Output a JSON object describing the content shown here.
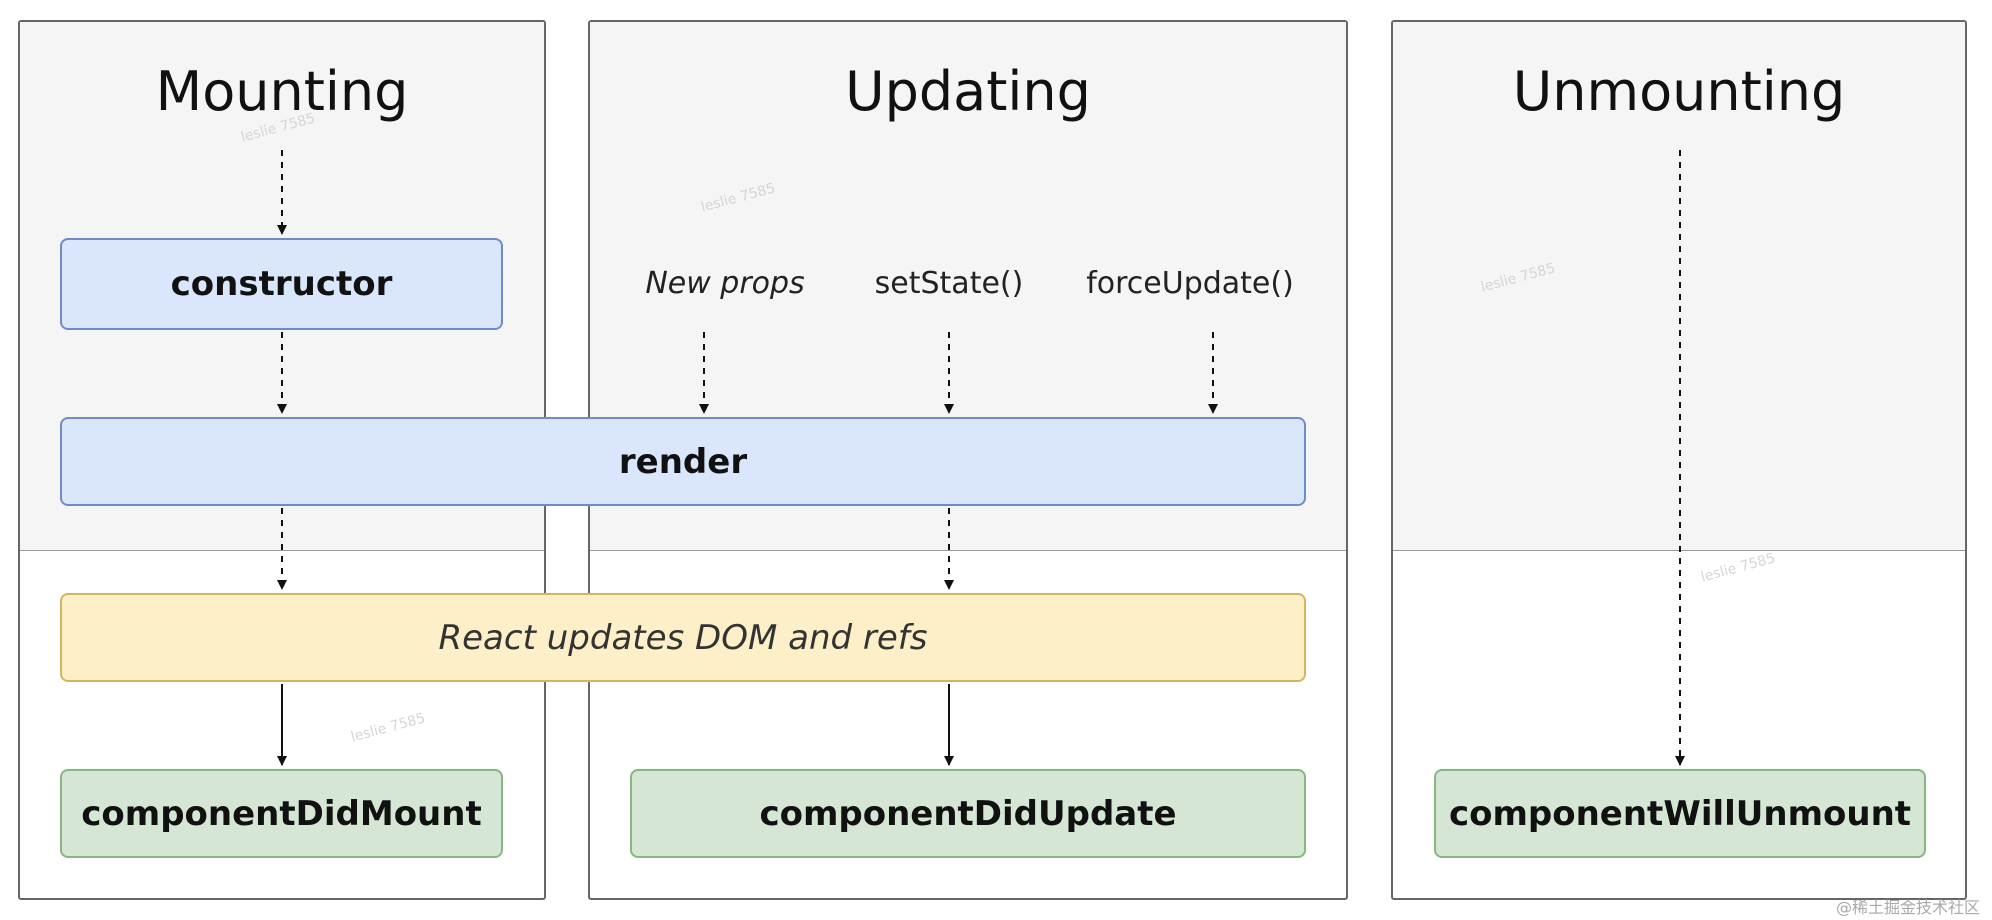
{
  "phases": {
    "mounting": "Mounting",
    "updating": "Updating",
    "unmounting": "Unmounting"
  },
  "triggers": {
    "new_props": "New props",
    "set_state": "setState()",
    "force_update": "forceUpdate()"
  },
  "boxes": {
    "constructor": "constructor",
    "render": "render",
    "dom": "React updates DOM and refs",
    "did_mount": "componentDidMount",
    "did_update": "componentDidUpdate",
    "will_unmount": "componentWillUnmount"
  },
  "watermark": "leslie 7585",
  "footer": "@稀土掘金技术社区",
  "colors": {
    "panel_top_bg": "#f5f5f5",
    "blue_box": "#dae6fc",
    "yellow_box": "#fdf0c8",
    "green_box": "#d5e7d4"
  }
}
